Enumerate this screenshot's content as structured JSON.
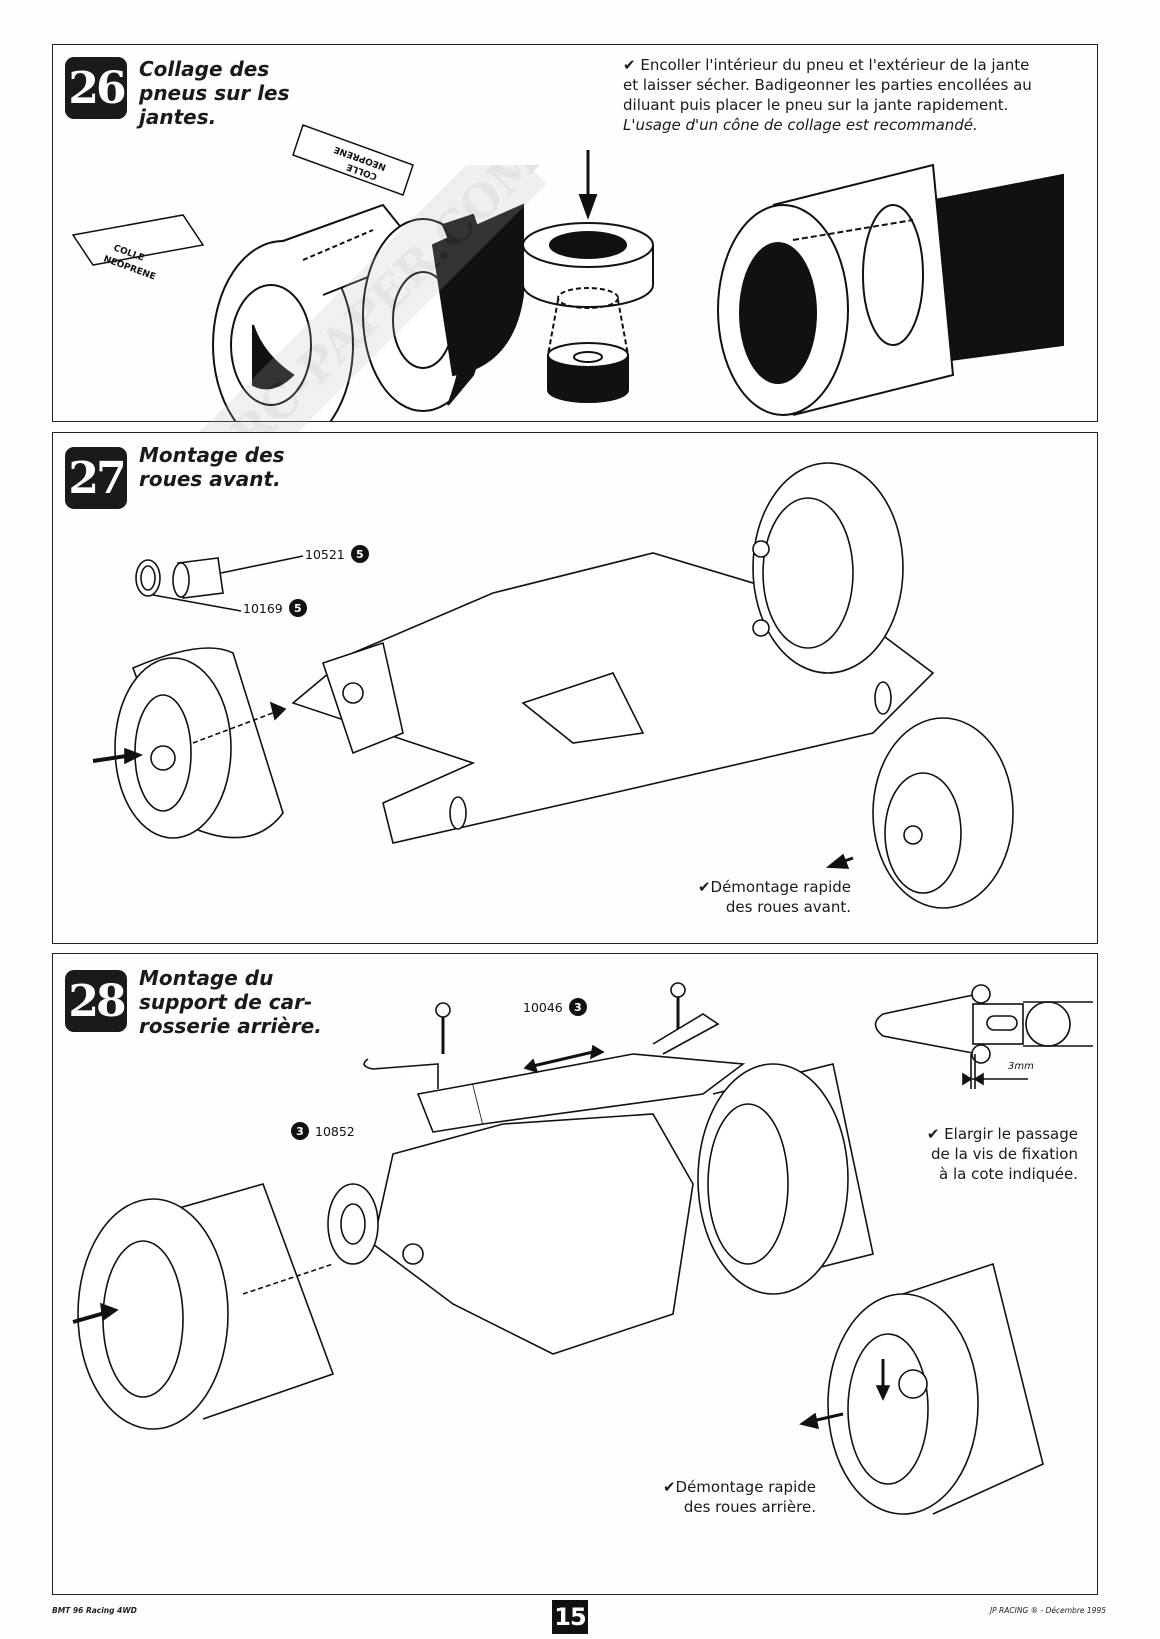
{
  "steps": [
    {
      "number": "26",
      "title": [
        "Collage des",
        "pneus sur les",
        "jantes."
      ],
      "note": {
        "lines": [
          "✔ Encoller l'intérieur du pneu et l'extérieur de la jante",
          "et laisser sécher. Badigeonner les parties encollées au",
          "diluant puis placer le pneu sur la jante rapidement."
        ],
        "italic": "L'usage d'un cône de collage est recommandé."
      },
      "tube_labels": [
        "COLLE",
        "NEOPRENE"
      ]
    },
    {
      "number": "27",
      "title": [
        "Montage des",
        "roues avant."
      ],
      "parts": [
        {
          "ref": "10521",
          "qty": "5"
        },
        {
          "ref": "10169",
          "qty": "5"
        }
      ],
      "note": {
        "lines": [
          "✔Démontage rapide",
          "des roues avant."
        ]
      }
    },
    {
      "number": "28",
      "title": [
        "Montage du",
        "support de car-",
        "rosserie arrière."
      ],
      "parts": [
        {
          "ref": "10046",
          "qty": "3"
        },
        {
          "ref": "10852",
          "qty": "3"
        }
      ],
      "dimension": "3mm",
      "note_widen": {
        "lines": [
          "✔ Elargir le passage",
          "de la vis de fixation",
          "à la cote indiquée."
        ]
      },
      "note": {
        "lines": [
          "✔Démontage rapide",
          "des roues arrière."
        ]
      }
    }
  ],
  "watermark": "RC-PAPER.COM",
  "footer": {
    "left": "BMT 96 Racing 4WD",
    "page": "15",
    "right": "JP RACING ® - Décembre 1995"
  }
}
